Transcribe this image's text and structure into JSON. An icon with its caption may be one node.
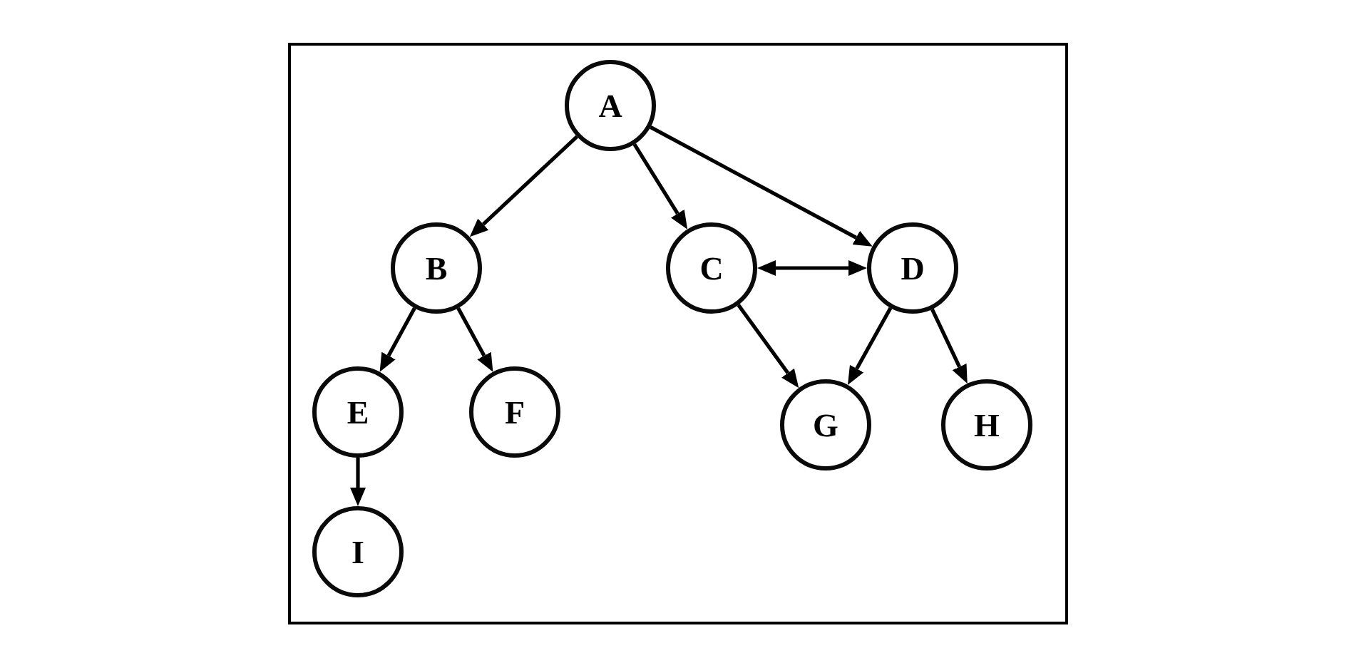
{
  "diagram": {
    "nodes": [
      {
        "text": [
          "A"
        ]
      },
      {
        "text": [
          "B"
        ]
      },
      {
        "text": [
          "C"
        ]
      },
      {
        "text": [
          "D"
        ]
      },
      {
        "text": [
          "E"
        ]
      },
      {
        "text": [
          "F"
        ]
      },
      {
        "text": [
          "G"
        ]
      },
      {
        "text": [
          "H"
        ]
      },
      {
        "text": [
          "I"
        ]
      }
    ],
    "edges": [
      {
        "from": 0,
        "to": 1,
        "arrow": "to"
      },
      {
        "from": 0,
        "to": 2,
        "arrow": "to"
      },
      {
        "from": 0,
        "to": 3,
        "arrow": "to"
      },
      {
        "from": 1,
        "to": 4,
        "arrow": "to"
      },
      {
        "from": 1,
        "to": 5,
        "arrow": "to"
      },
      {
        "from": 2,
        "to": 3,
        "arrow": "both"
      },
      {
        "from": 2,
        "to": 6,
        "arrow": "to"
      },
      {
        "from": 3,
        "to": 6,
        "arrow": "to"
      },
      {
        "from": 3,
        "to": 7,
        "arrow": "to"
      },
      {
        "from": 4,
        "to": 8,
        "arrow": "to"
      }
    ]
  }
}
